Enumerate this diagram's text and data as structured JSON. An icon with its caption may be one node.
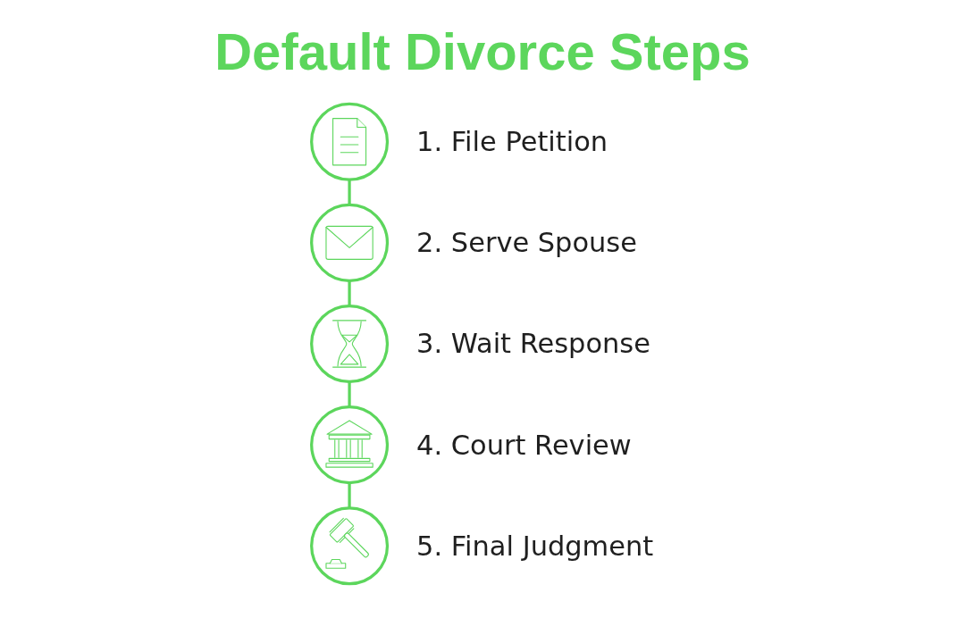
{
  "diagram": {
    "title": "Default Divorce Steps",
    "nodes": [
      {
        "text": [],
        "shape": "circle",
        "beside": [
          "1. File Petition"
        ]
      },
      {
        "text": [],
        "shape": "circle",
        "beside": [
          "2. Serve Spouse"
        ]
      },
      {
        "text": [],
        "shape": "circle",
        "beside": [
          "3. Wait Response"
        ]
      },
      {
        "text": [],
        "shape": "circle",
        "beside": [
          "4. Court Review"
        ]
      },
      {
        "text": [],
        "shape": "circle",
        "beside": [
          "5. Final Judgment"
        ]
      }
    ],
    "edges": [
      {
        "from": 0,
        "to": 1,
        "arrow": "none"
      },
      {
        "from": 1,
        "to": 2,
        "arrow": "none"
      },
      {
        "from": 2,
        "to": 3,
        "arrow": "none"
      },
      {
        "from": 3,
        "to": 4,
        "arrow": "none"
      }
    ]
  }
}
